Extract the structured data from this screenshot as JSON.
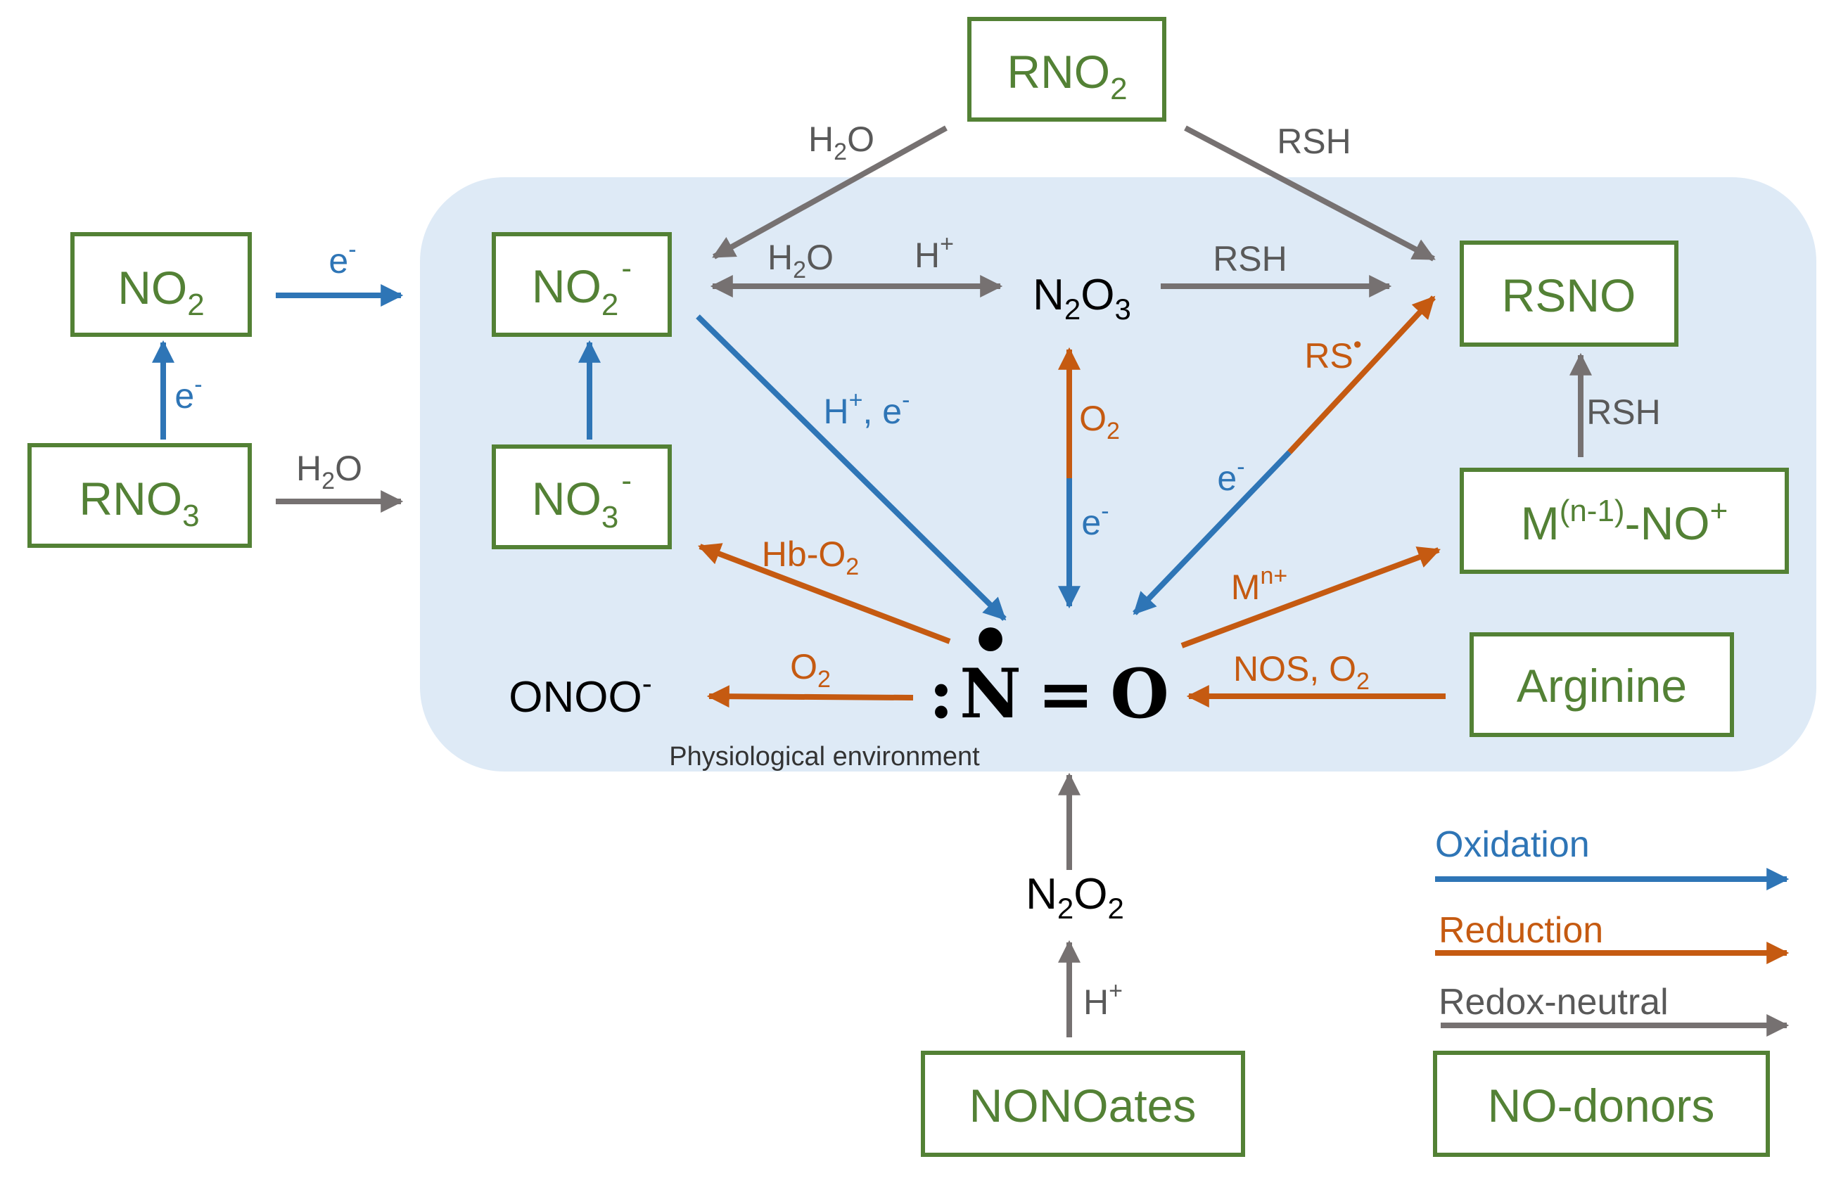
{
  "colors": {
    "oxidation": "#2E75B6",
    "reduction": "#C55A11",
    "redox_neutral": "#767171",
    "donor_box": "#538135",
    "environment": "#DEEAF6"
  },
  "environment_label": "Physiological environment",
  "center_radical": {
    "colon": ":",
    "n": "N",
    "dot": "•",
    "equals": "=",
    "o": "O"
  },
  "boxes": {
    "rno2": {
      "text": "RNO",
      "sub": "2"
    },
    "no2": {
      "text": "NO",
      "sub": "2"
    },
    "rno3": {
      "text": "RNO",
      "sub": "3"
    },
    "no2_minus": {
      "text": "NO",
      "sub": "2",
      "sup": "-"
    },
    "no3_minus": {
      "text": "NO",
      "sub": "3",
      "sup": "-"
    },
    "rsno": {
      "text": "RSNO"
    },
    "metal_nitrosyl": {
      "prefix": "M",
      "sup1": "(n-1)",
      "mid": "-NO",
      "sup2": "+"
    },
    "arginine": {
      "text": "Arginine"
    },
    "nonoates": {
      "text": "NONOates"
    }
  },
  "species": {
    "n2o3": {
      "a": "N",
      "sub1": "2",
      "b": "O",
      "sub2": "3"
    },
    "onoo": {
      "text": "ONOO",
      "sup": "-"
    },
    "n2o2": {
      "a": "N",
      "sub1": "2",
      "b": "O",
      "sub2": "2"
    }
  },
  "edge_labels": {
    "rno2_to_no2m": {
      "a": "H",
      "sub": "2",
      "b": "O"
    },
    "rno2_to_rsno": {
      "text": "RSH"
    },
    "no2_to_no2m": {
      "text": "e",
      "sup": "-"
    },
    "rno3_to_no2": {
      "text": "e",
      "sup": "-"
    },
    "rno3_to_env": {
      "a": "H",
      "sub": "2",
      "b": "O"
    },
    "no2m_n2o3_water": {
      "a": "H",
      "sub": "2",
      "b": "O"
    },
    "no2m_n2o3_proton": {
      "text": "H",
      "sup": "+"
    },
    "n2o3_to_rsno": {
      "text": "RSH"
    },
    "no2m_to_no": {
      "text": "H",
      "sup": "+",
      "tail": ", e",
      "sup2": "-"
    },
    "no_to_n2o3": {
      "text": "O",
      "sub": "2"
    },
    "n2o3_to_no": {
      "text": "e",
      "sup": "-"
    },
    "no_to_rsno": {
      "text": "RS",
      "sup": "•"
    },
    "rsno_to_no": {
      "text": "e",
      "sup": "-"
    },
    "metal_to_rsno": {
      "text": "RSH"
    },
    "no_to_no3m": {
      "text": "Hb-O",
      "sub": "2"
    },
    "no_to_metal": {
      "text": "M",
      "sup": "n+"
    },
    "no_to_onoo": {
      "text": "O",
      "sub": "2"
    },
    "arginine_to_no": {
      "text": "NOS, O",
      "sub": "2"
    },
    "nonoates_to_n2o2": {
      "text": "H",
      "sup": "+"
    }
  },
  "legend": {
    "oxidation": "Oxidation",
    "reduction": "Reduction",
    "redox_neutral": "Redox-neutral",
    "donors": "NO-donors"
  }
}
